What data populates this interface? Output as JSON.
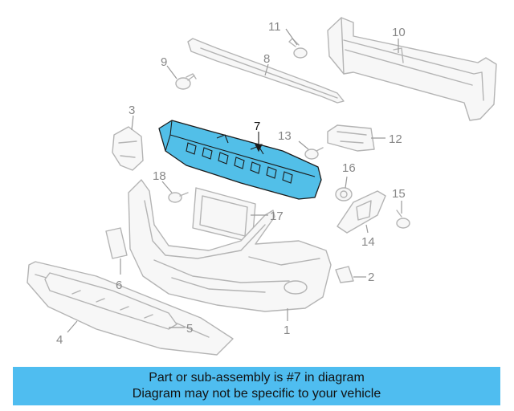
{
  "diagram": {
    "highlighted_part": "7",
    "callouts": [
      "1",
      "2",
      "3",
      "4",
      "5",
      "6",
      "7",
      "8",
      "9",
      "10",
      "11",
      "12",
      "13",
      "14",
      "15",
      "16",
      "17",
      "18"
    ],
    "colors": {
      "highlight": "#52bfe8",
      "outline": "#b4b4b4",
      "banner": "#4fbdf0"
    }
  },
  "banner": {
    "line1": "Part or sub-assembly is #7 in diagram",
    "line2": "Diagram may not be specific to your vehicle"
  }
}
